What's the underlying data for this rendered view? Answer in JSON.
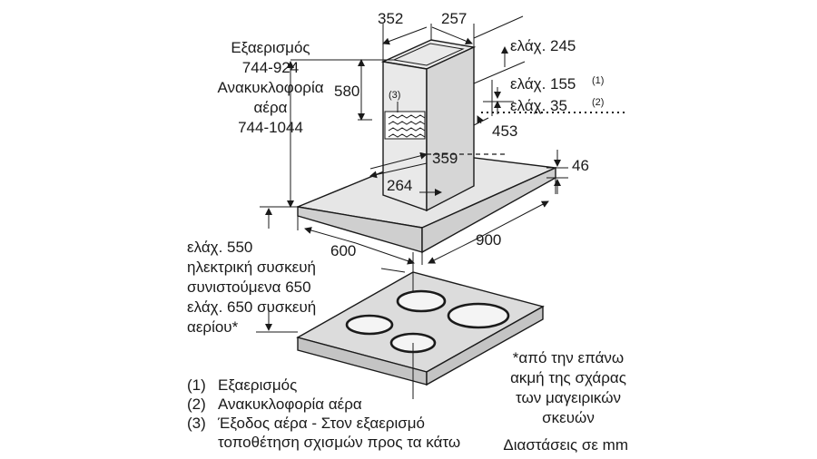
{
  "dimensions": {
    "w352": "352",
    "w257": "257",
    "h580": "580",
    "min245": "ελάχ. 245",
    "min155": "ελάχ. 155",
    "min155_ref": "(1)",
    "min35": "ελάχ. 35",
    "min35_ref": "(2)",
    "d453": "453",
    "d359": "359",
    "d264": "264",
    "h46": "46",
    "w900": "900",
    "d600": "600",
    "callout3": "(3)"
  },
  "left_label": {
    "line1": "Εξαερισμός",
    "line2": "744-924",
    "line3": "Ανακυκλοφορία",
    "line4": "αέρα",
    "line5": "744-1044"
  },
  "clearance": {
    "line1": "ελάχ. 550",
    "line2": "ηλεκτρική συσκευή",
    "line3": "συνιστούμενα 650",
    "line4": "ελάχ. 650 συσκευή",
    "line5": "αερίου*"
  },
  "footnote": {
    "line1": "*από την επάνω",
    "line2": "ακμή της σχάρας",
    "line3": "των μαγειρικών",
    "line4": "σκευών"
  },
  "legend": [
    {
      "num": "(1)",
      "text": "Εξαερισμός"
    },
    {
      "num": "(2)",
      "text": "Ανακυκλοφορία αέρα"
    },
    {
      "num": "(3)",
      "text": "Έξοδος αέρα - Στον εξαερισμό"
    },
    {
      "num": "",
      "text": "τοποθέτηση σχισμών προς τα κάτω"
    }
  ],
  "units_note": "Διαστάσεις σε mm"
}
